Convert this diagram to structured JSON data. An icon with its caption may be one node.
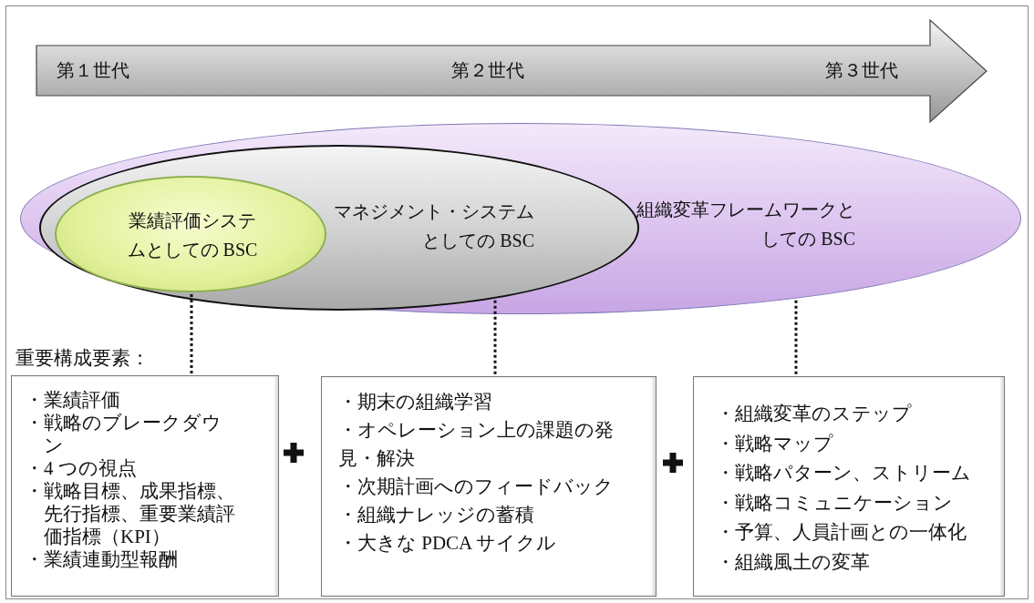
{
  "diagram": {
    "nodes": [
      {
        "text": [
          "第１世代",
          "第２世代",
          "第３世代"
        ]
      },
      {
        "text": [
          "組織変革フレームワークとしての BSC"
        ]
      },
      {
        "text": [
          "マネジメント・システムとしての BSC"
        ],
        "in": 1
      },
      {
        "text": [
          "業績評価システムとしての BSC"
        ],
        "in": 2
      },
      {
        "text": [
          "重要構成要素：",
          "・業績評価",
          "・戦略のブレークダウン",
          "・4 つの視点",
          "・戦略目標、成果指標、先行指標、重要業績評価指標（KPI）",
          "・業績連動型報酬"
        ]
      },
      {
        "text": [
          "・期末の組織学習",
          "・オペレーション上の課題の発見・解決",
          "・次期計画へのフィードバック",
          "・組織ナレッジの蓄積",
          "・大きな PDCA サイクル"
        ]
      },
      {
        "text": [
          "・組織変革のステップ",
          "・戦略マップ",
          "・戦略パターン、ストリーム",
          "・戦略コミュニケーション",
          "・予算、人員計画との一体化",
          "・組織風土の変革"
        ]
      }
    ],
    "edges": [
      {
        "from": 3,
        "to": 4,
        "arrow": "none",
        "style": "dashed"
      },
      {
        "from": 2,
        "to": 5,
        "arrow": "none",
        "style": "dashed"
      },
      {
        "from": 1,
        "to": 6,
        "arrow": "none",
        "style": "dashed"
      }
    ]
  }
}
